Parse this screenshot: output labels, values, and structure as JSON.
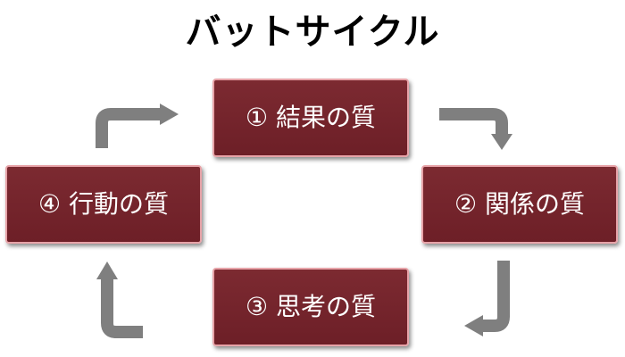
{
  "title": "バットサイクル",
  "boxes": [
    {
      "label": "① 結果の質"
    },
    {
      "label": "② 関係の質"
    },
    {
      "label": "③ 思考の質"
    },
    {
      "label": "④ 行動の質"
    }
  ],
  "colors": {
    "box_fill": "#6d1f27",
    "box_border": "#e7a3a8",
    "arrow": "#7f7f7f",
    "text": "#ffffff"
  },
  "icons": [
    "arrow-1-to-2-icon",
    "arrow-2-to-3-icon",
    "arrow-3-to-4-icon",
    "arrow-4-to-1-icon"
  ]
}
